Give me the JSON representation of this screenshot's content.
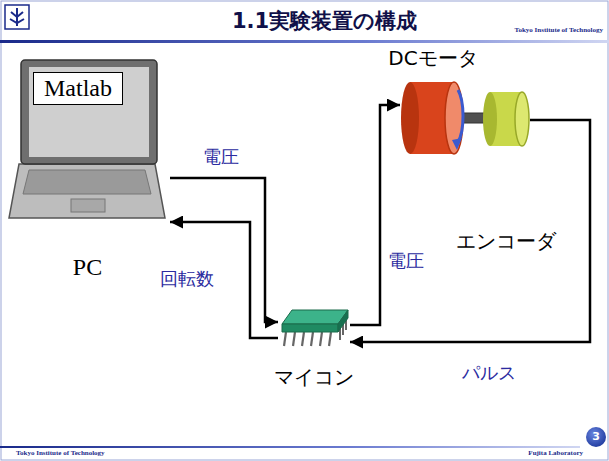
{
  "diagram": {
    "title": "1.1実験装置の構成",
    "nodes": [
      {
        "text": [
          "Matlab",
          "PC"
        ]
      },
      {
        "text": [
          "マイコン"
        ]
      },
      {
        "text": [
          "DCモータ"
        ]
      },
      {
        "text": [
          "エンコーダ"
        ]
      }
    ],
    "edges": [
      {
        "from": 0,
        "to": 1,
        "label": "電圧",
        "arrow": "to"
      },
      {
        "from": 1,
        "to": 0,
        "label": "回転数",
        "arrow": "to"
      },
      {
        "from": 1,
        "to": 2,
        "label": "電圧",
        "arrow": "to"
      },
      {
        "from": 3,
        "to": 1,
        "label": "パルス",
        "arrow": "to"
      }
    ],
    "labels": [
      "Tokyo Institute of Technology",
      "Tokyo Institute of Technology",
      "Fujita Laboratory",
      "3"
    ]
  }
}
